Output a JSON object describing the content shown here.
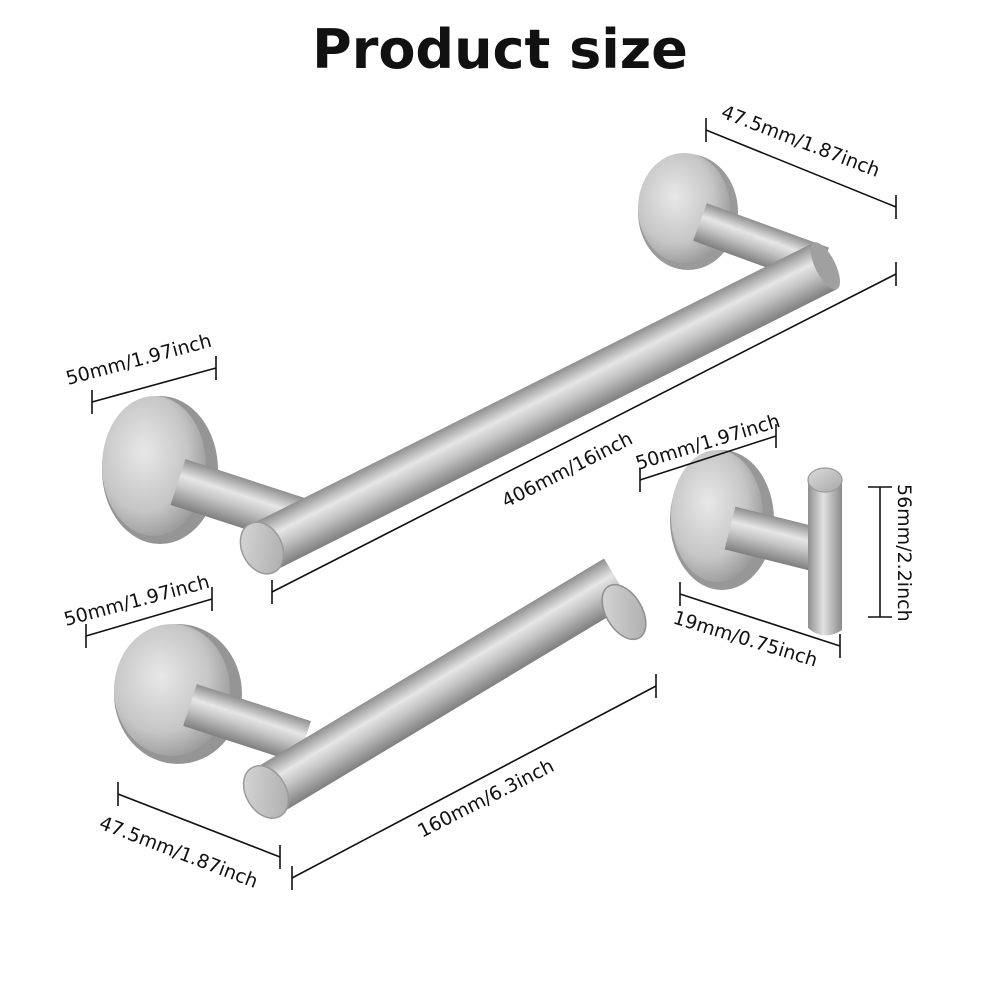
{
  "title": "Product size",
  "colors": {
    "metal_light": "#e4e4e4",
    "metal_mid": "#bfbfbf",
    "metal_dark": "#8f8f8f",
    "line": "#111111"
  },
  "dimensions": {
    "towel_bar_base_depth": "47.5mm/1.87inch",
    "towel_bar_base_diameter": "50mm/1.97inch",
    "towel_bar_length": "406mm/16inch",
    "hook_base_diameter": "50mm/1.97inch",
    "hook_height": "56mm/2.2inch",
    "hook_depth": "19mm/0.75inch",
    "paper_holder_base_diameter": "50mm/1.97inch",
    "paper_holder_length": "160mm/6.3inch",
    "paper_holder_base_depth": "47.5mm/1.87inch"
  }
}
